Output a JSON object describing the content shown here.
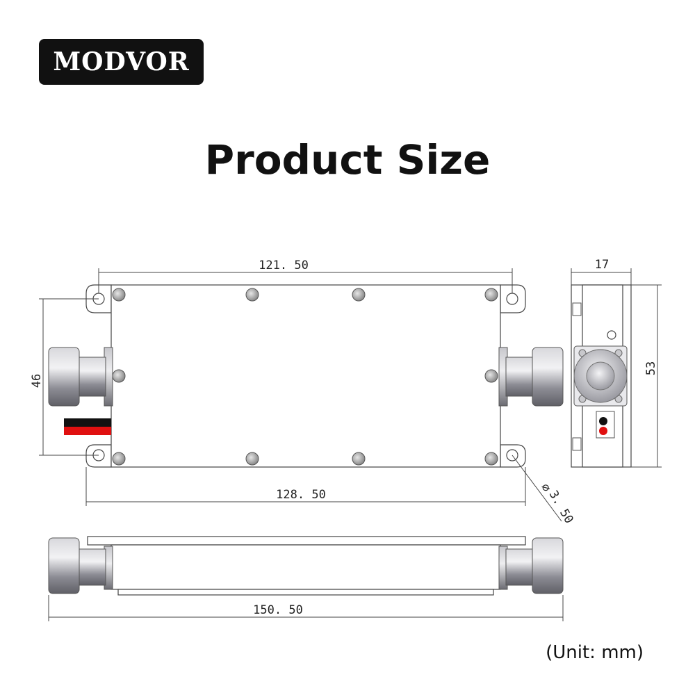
{
  "brand": {
    "logo_text": "MODVOR"
  },
  "page": {
    "title": "Product Size",
    "unit_note": "(Unit: mm)"
  },
  "dimensions": {
    "top_width_holes": "121. 50",
    "top_width_overall": "128. 50",
    "height_left": "46",
    "hole_diameter": "3. 50",
    "side_width": "17",
    "side_height": "53",
    "bottom_length": "150. 50"
  },
  "colors": {
    "logo_bg": "#111111",
    "wire_red": "#e01010",
    "wire_black": "#111111",
    "connector_metal": "#9a9aa2"
  }
}
